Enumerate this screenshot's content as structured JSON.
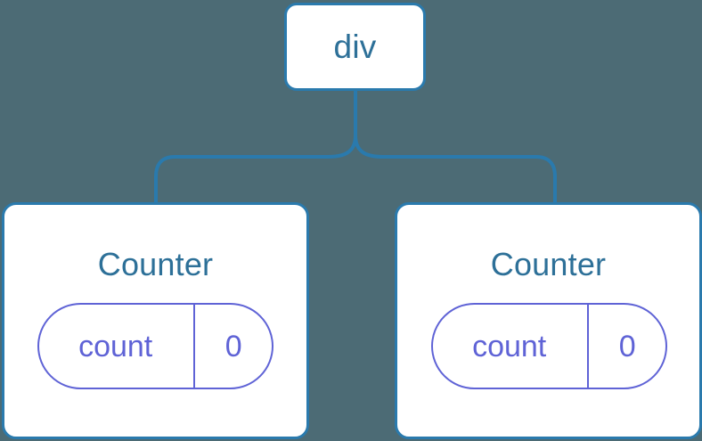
{
  "canvas": {
    "background_color": "#4c6b75",
    "node_border_color": "#2a7aad",
    "node_text_color": "#2d7098",
    "state_color": "#5f63d6",
    "connector_color": "#2a7aad"
  },
  "tree": {
    "root": {
      "label": "div"
    },
    "children": [
      {
        "label": "Counter",
        "state": {
          "key": "count",
          "value": "0"
        }
      },
      {
        "label": "Counter",
        "state": {
          "key": "count",
          "value": "0"
        }
      }
    ]
  }
}
